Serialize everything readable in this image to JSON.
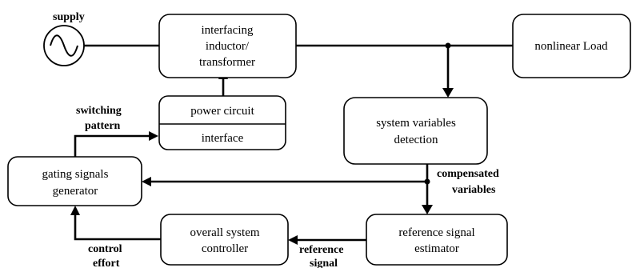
{
  "labels": {
    "supply": "supply",
    "switching": "switching",
    "pattern": "pattern",
    "compensated": "compensated",
    "variables": "variables",
    "control": "control",
    "effort": "effort",
    "reference": "reference",
    "signal": "signal"
  },
  "blocks": {
    "interfacing": [
      "interfacing",
      "inductor/",
      "transformer"
    ],
    "load": "nonlinear Load",
    "power_circuit": "power circuit",
    "interface": "interface",
    "detection": [
      "system variables",
      "detection"
    ],
    "gating": [
      "gating signals",
      "generator"
    ],
    "controller": [
      "overall system",
      "controller"
    ],
    "estimator": [
      "reference signal",
      "estimator"
    ]
  }
}
